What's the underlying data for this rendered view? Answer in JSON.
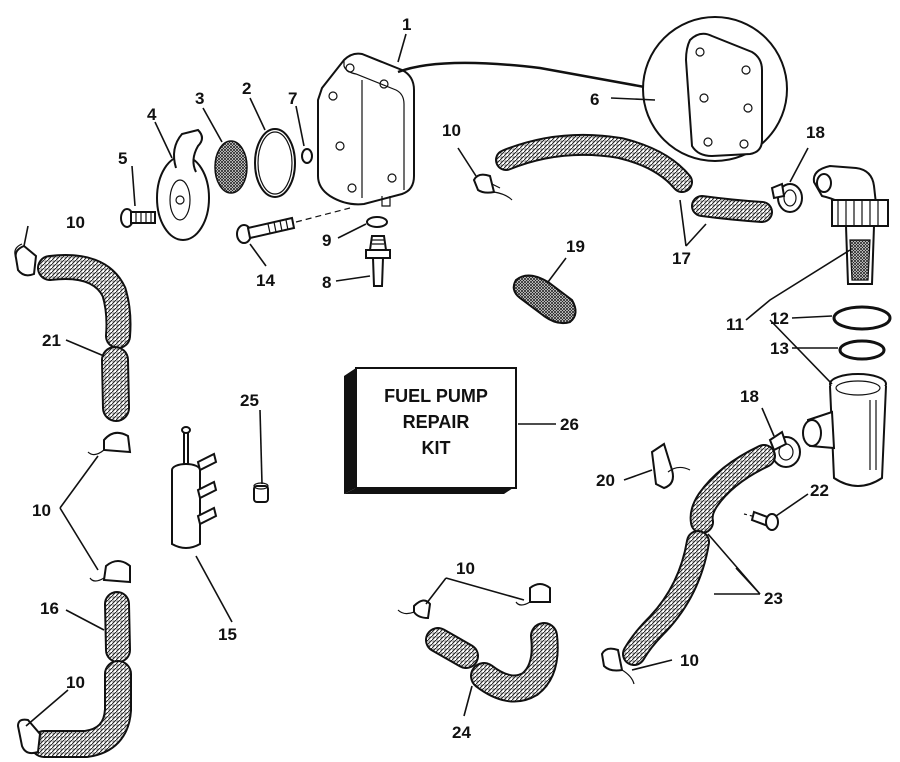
{
  "diagram": {
    "kit_label_lines": [
      "FUEL PUMP",
      "REPAIR",
      "KIT"
    ],
    "callouts": {
      "c1": "1",
      "c2": "2",
      "c3": "3",
      "c4": "4",
      "c5": "5",
      "c6": "6",
      "c7": "7",
      "c8": "8",
      "c9": "9",
      "c10a": "10",
      "c10b": "10",
      "c10c": "10",
      "c10d": "10",
      "c10e": "10",
      "c10f": "10",
      "c11": "11",
      "c12": "12",
      "c13": "13",
      "c14": "14",
      "c15": "15",
      "c16": "16",
      "c17": "17",
      "c18a": "18",
      "c18b": "18",
      "c19": "19",
      "c20": "20",
      "c21": "21",
      "c22": "22",
      "c23": "23",
      "c24": "24",
      "c25": "25",
      "c26": "26"
    }
  }
}
